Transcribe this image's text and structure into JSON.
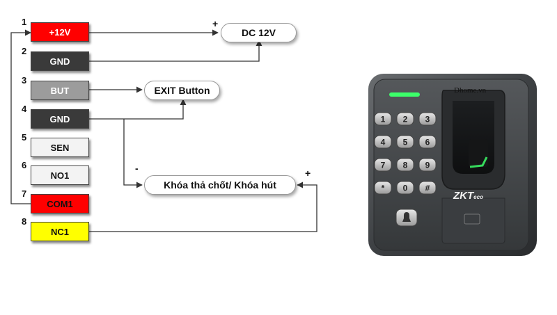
{
  "pins": [
    {
      "num": "1",
      "label": "+12V",
      "bg": "#ff0000",
      "fg": "#ffffff"
    },
    {
      "num": "2",
      "label": "GND",
      "bg": "#3a3a3a",
      "fg": "#ffffff"
    },
    {
      "num": "3",
      "label": "BUT",
      "bg": "#9c9c9c",
      "fg": "#ffffff"
    },
    {
      "num": "4",
      "label": "GND",
      "bg": "#3a3a3a",
      "fg": "#ffffff"
    },
    {
      "num": "5",
      "label": "SEN",
      "bg": "#f3f3f3",
      "fg": "#111111"
    },
    {
      "num": "6",
      "label": "NO1",
      "bg": "#f3f3f3",
      "fg": "#111111"
    },
    {
      "num": "7",
      "label": "COM1",
      "bg": "#ff0000",
      "fg": "#111111"
    },
    {
      "num": "8",
      "label": "NC1",
      "bg": "#ffff00",
      "fg": "#111111"
    }
  ],
  "targets": {
    "dc": "DC 12V",
    "exit": "EXIT Button",
    "lock": "Khóa thả chốt/ Khóa hút"
  },
  "signs": {
    "dc_plus": "+",
    "lock_minus": "-",
    "lock_plus": "+"
  },
  "device": {
    "watermark": "Dhome.vn",
    "brand": "ZKT",
    "brand_suffix": "eco",
    "keys": [
      "1",
      "2",
      "3",
      "4",
      "5",
      "6",
      "7",
      "8",
      "9",
      "*",
      "0",
      "#"
    ],
    "accent": "#3cff6a"
  }
}
